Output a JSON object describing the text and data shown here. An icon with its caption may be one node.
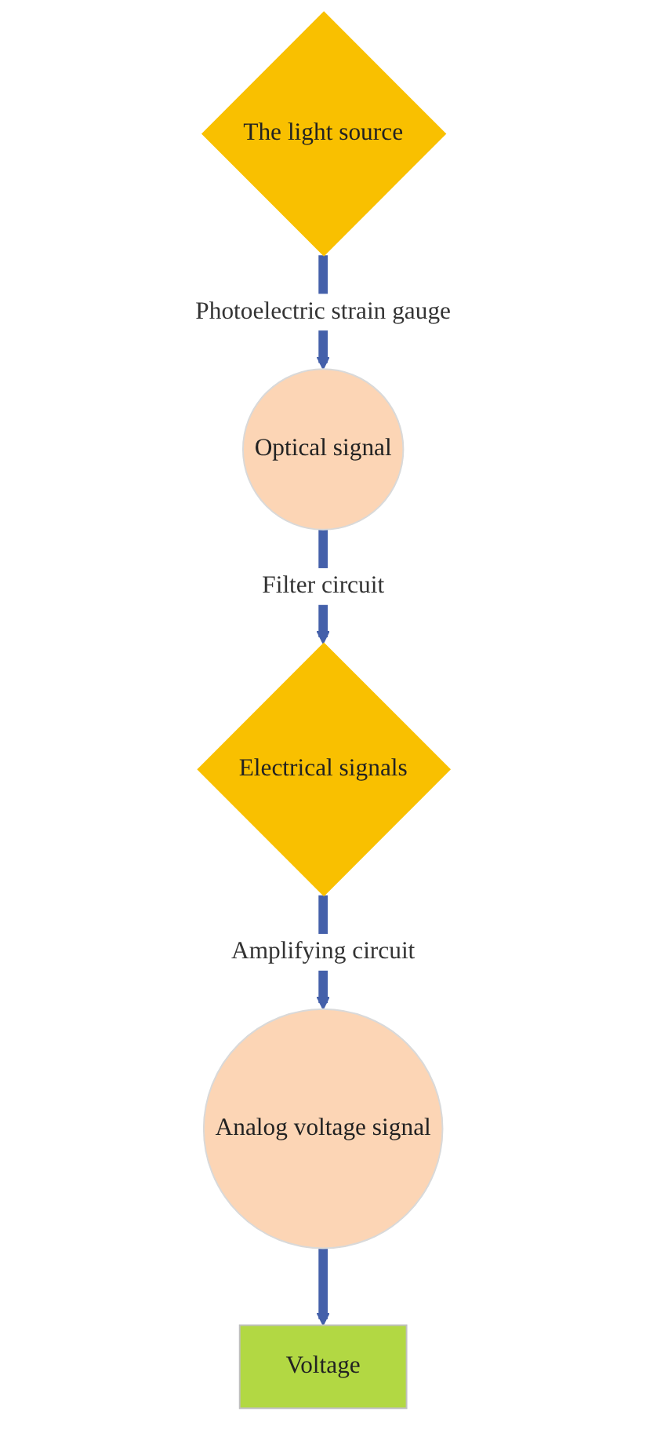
{
  "diagram": {
    "nodes": [
      {
        "text": [
          "The light source"
        ]
      },
      {
        "text": [
          "Optical signal"
        ]
      },
      {
        "text": [
          "Electrical signals"
        ]
      },
      {
        "text": [
          "Analog voltage signal"
        ]
      },
      {
        "text": [
          "Voltage"
        ]
      }
    ],
    "edges": [
      {
        "from": 0,
        "to": 1,
        "arrow": "to",
        "label": "Photoelectric strain gauge"
      },
      {
        "from": 1,
        "to": 2,
        "arrow": "to",
        "label": "Filter circuit"
      },
      {
        "from": 2,
        "to": 3,
        "arrow": "to",
        "label": "Amplifying circuit"
      },
      {
        "from": 3,
        "to": 4,
        "arrow": "to"
      }
    ]
  }
}
